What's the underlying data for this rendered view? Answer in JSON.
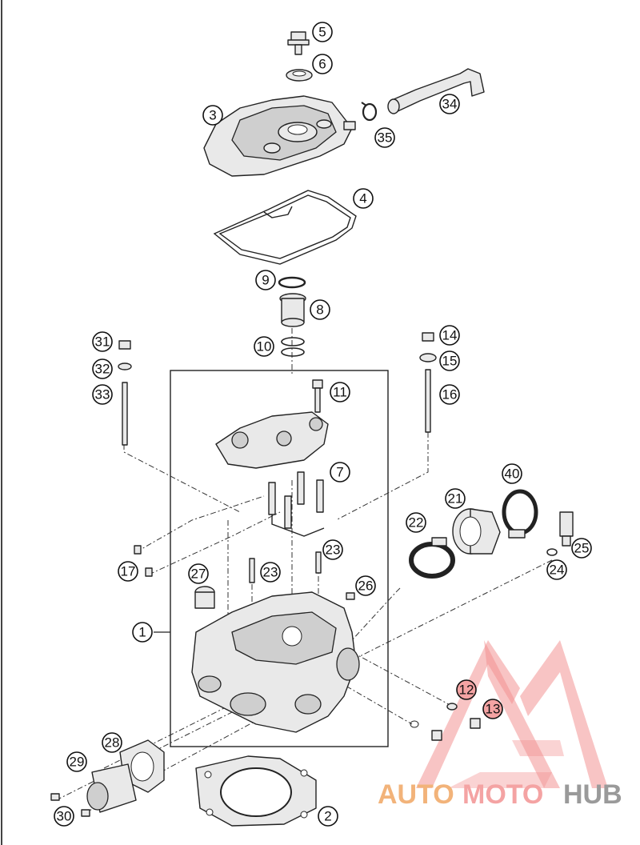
{
  "diagram": {
    "callouts": [
      {
        "id": "c1",
        "label": "1"
      },
      {
        "id": "c2",
        "label": "2"
      },
      {
        "id": "c3",
        "label": "3"
      },
      {
        "id": "c4",
        "label": "4"
      },
      {
        "id": "c5",
        "label": "5"
      },
      {
        "id": "c6",
        "label": "6"
      },
      {
        "id": "c7",
        "label": "7"
      },
      {
        "id": "c8",
        "label": "8"
      },
      {
        "id": "c9",
        "label": "9"
      },
      {
        "id": "c10",
        "label": "10"
      },
      {
        "id": "c11",
        "label": "11"
      },
      {
        "id": "c12",
        "label": "12"
      },
      {
        "id": "c13",
        "label": "13"
      },
      {
        "id": "c14",
        "label": "14"
      },
      {
        "id": "c15",
        "label": "15"
      },
      {
        "id": "c16",
        "label": "16"
      },
      {
        "id": "c17",
        "label": "17"
      },
      {
        "id": "c21",
        "label": "21"
      },
      {
        "id": "c22",
        "label": "22"
      },
      {
        "id": "c23a",
        "label": "23"
      },
      {
        "id": "c23b",
        "label": "23"
      },
      {
        "id": "c24",
        "label": "24"
      },
      {
        "id": "c25",
        "label": "25"
      },
      {
        "id": "c26",
        "label": "26"
      },
      {
        "id": "c27",
        "label": "27"
      },
      {
        "id": "c28",
        "label": "28"
      },
      {
        "id": "c29",
        "label": "29"
      },
      {
        "id": "c30",
        "label": "30"
      },
      {
        "id": "c31",
        "label": "31"
      },
      {
        "id": "c32",
        "label": "32"
      },
      {
        "id": "c33",
        "label": "33"
      },
      {
        "id": "c34",
        "label": "34"
      },
      {
        "id": "c35",
        "label": "35"
      },
      {
        "id": "c40",
        "label": "40"
      }
    ]
  },
  "watermark": {
    "word_auto": "AUTO",
    "word_moto": "MOTO",
    "word_hub": "HUB",
    "color_auto": "#f2b37a",
    "color_moto": "#f4a3a3",
    "color_hub": "#9a9a9a",
    "logo_color": "#f08080"
  }
}
